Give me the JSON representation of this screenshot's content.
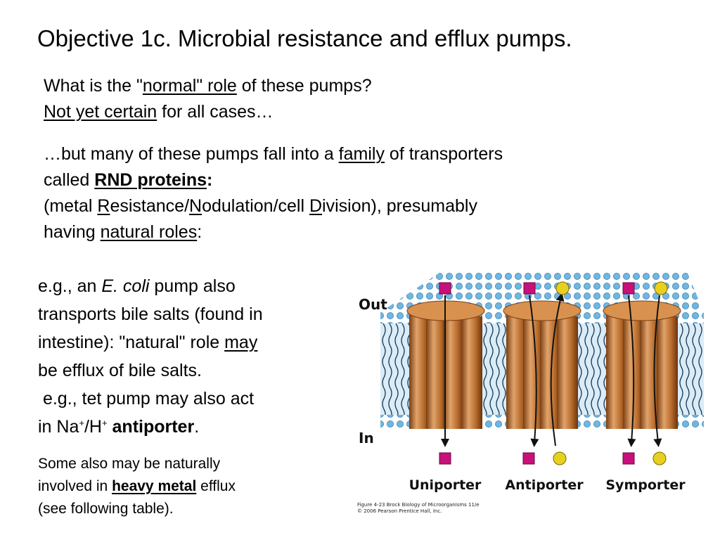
{
  "title": "Objective 1c. Microbial resistance and efflux pumps.",
  "block1": {
    "l1_a": "What is the \"",
    "l1_u": "normal\" role",
    "l1_b": " of these pumps?",
    "l2_u": "Not yet certain",
    "l2_b": " for all cases…"
  },
  "block2": {
    "l1_a": "…but many of these pumps fall into a ",
    "l1_u": "family",
    "l1_b": " of transporters",
    "l2_a": "called ",
    "l2_bold": "RND proteins",
    "l2_colon": ":",
    "l3_a": "(metal ",
    "l3_R": "R",
    "l3_b": "esistance/",
    "l3_N": "N",
    "l3_c": "odulation/cell ",
    "l3_D": "D",
    "l3_d": "ivision), presumably",
    "l4_a": "having ",
    "l4_u": "natural roles",
    "l4_b": ":"
  },
  "block3": {
    "l1_a": "e.g., an ",
    "l1_i": "E. coli",
    "l1_b": " pump also",
    "l2": "transports bile salts (found in",
    "l3_a": "intestine): \"natural\" role ",
    "l3_u": "may",
    "l4": "be efflux of bile salts.",
    "l5": " e.g., tet pump may also act",
    "l6_a": "in Na",
    "l6_sup1": "+",
    "l6_b": "/H",
    "l6_sup2": "+",
    "l6_c": " ",
    "l6_bold": "antiporter",
    "l6_d": "."
  },
  "block4": {
    "l1": "Some also may be naturally",
    "l2_a": "involved in ",
    "l2_bu": "heavy metal",
    "l2_b": " efflux",
    "l3": "(see following table)."
  },
  "figure": {
    "label_out": "Out",
    "label_in": "In",
    "label_uniporter": "Uniporter",
    "label_antiporter": "Antiporter",
    "label_symporter": "Symporter",
    "caption_1": "Figure 4-23  Brock Biology of Microorganisms 11/e",
    "caption_2": "© 2006 Pearson Prentice Hall, Inc.",
    "colors": {
      "membrane_head": "#6fb6e0",
      "protein": "#b66a2a",
      "solute_a": "#c8107a",
      "solute_b": "#e8d020"
    }
  }
}
